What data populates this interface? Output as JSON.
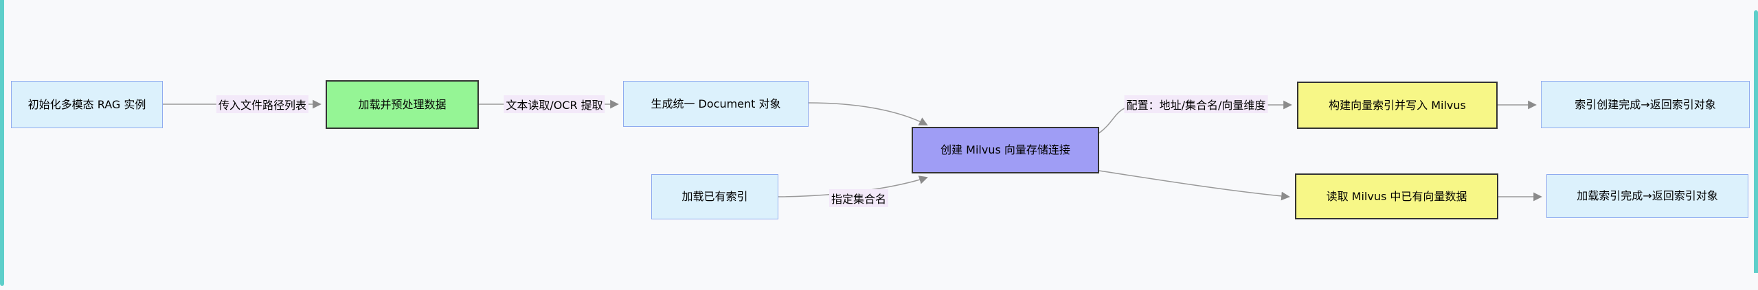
{
  "diagram": {
    "type": "flowchart",
    "direction": "left-to-right",
    "nodes": {
      "A": {
        "label": "初始化多模态 RAG 实例",
        "style": "blue"
      },
      "B": {
        "label": "加载并预处理数据",
        "style": "green"
      },
      "C": {
        "label": "生成统一 Document 对象",
        "style": "blue"
      },
      "D": {
        "label": "创建 Milvus 向量存储连接",
        "style": "purple"
      },
      "G": {
        "label": "加载已有索引",
        "style": "blue"
      },
      "E": {
        "label": "构建向量索引并写入 Milvus",
        "style": "yellow"
      },
      "F": {
        "label": "索引创建完成→返回索引对象",
        "style": "blue"
      },
      "H": {
        "label": "读取 Milvus 中已有向量数据",
        "style": "yellow"
      },
      "I": {
        "label": "加载索引完成→返回索引对象",
        "style": "blue"
      }
    },
    "edges": {
      "e1": {
        "from": "A",
        "to": "B",
        "label": "传入文件路径列表"
      },
      "e2": {
        "from": "B",
        "to": "C",
        "label": "文本读取/OCR 提取"
      },
      "e3": {
        "from": "G",
        "to": "D",
        "label": "指定集合名"
      },
      "e4": {
        "from": "D",
        "to": "E",
        "label": "配置：地址/集合名/向量维度"
      },
      "e5": {
        "from": "C",
        "to": "D",
        "label": ""
      },
      "e6": {
        "from": "D",
        "to": "H",
        "label": ""
      },
      "e7": {
        "from": "E",
        "to": "F",
        "label": ""
      },
      "e8": {
        "from": "H",
        "to": "I",
        "label": ""
      }
    },
    "colors": {
      "background": "#f8f9fb",
      "accent_bar": "#5ecfca",
      "edge_line": "#999999",
      "arrowhead": "#8b8b8b",
      "edge_label_bg": "#f3e9f9",
      "node_blue_fill": "#dcf1fc",
      "node_blue_border": "#8fabef",
      "node_green_fill": "#95f595",
      "node_purple_fill": "#9f9df5",
      "node_yellow_fill": "#f7f787",
      "node_dark_border": "#333333",
      "text": "#000000"
    }
  }
}
